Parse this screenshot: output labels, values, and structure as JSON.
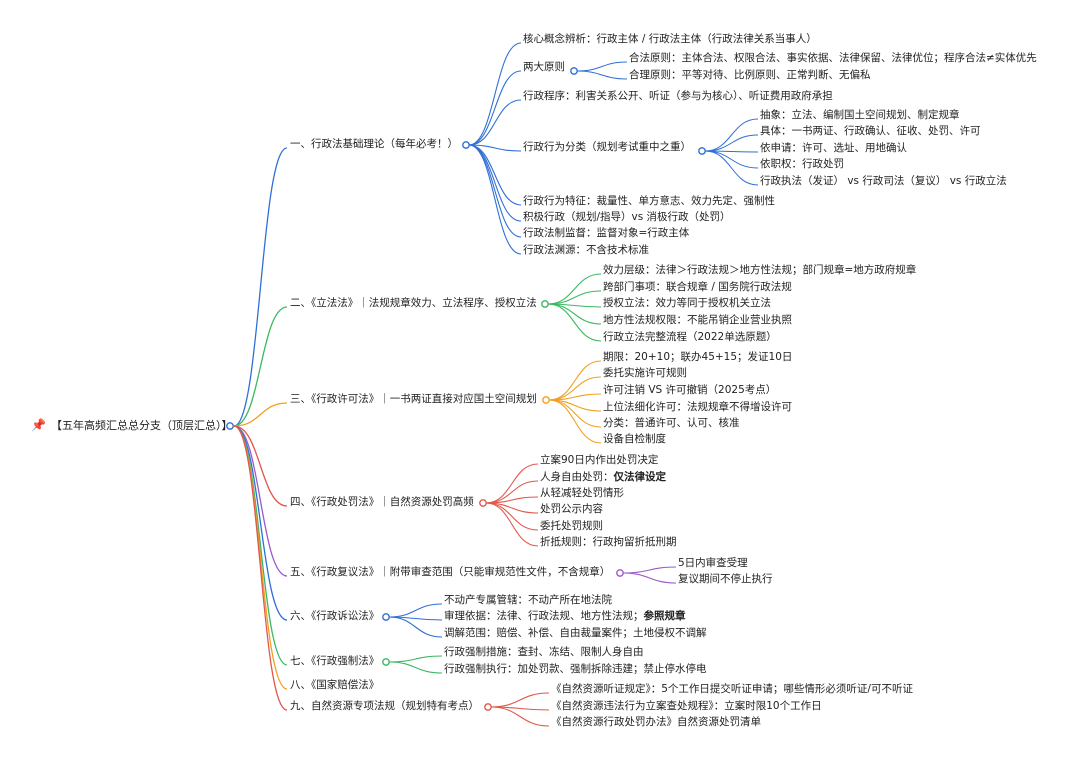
{
  "root": {
    "title": "【五年高频汇总总分支（顶层汇总）】",
    "icon": "pushpin-icon"
  },
  "branches": [
    {
      "label": "一、行政法基础理论（每年必考！）",
      "color": "#2f6fd6",
      "children": [
        {
          "label": "核心概念辨析：行政主体 / 行政法主体（行政法律关系当事人）"
        },
        {
          "label": "两大原则",
          "children": [
            {
              "label": "合法原则：主体合法、权限合法、事实依据、法律保留、法律优位；程序合法≠实体优先"
            },
            {
              "label": "合理原则：平等对待、比例原则、正常判断、无偏私"
            }
          ]
        },
        {
          "label": "行政程序：利害关系公开、听证（参与为核心）、听证费用政府承担"
        },
        {
          "label": "行政行为分类（规划考试重中之重）",
          "children": [
            {
              "label": "抽象：立法、编制国土空间规划、制定规章"
            },
            {
              "label": "具体：一书两证、行政确认、征收、处罚、许可"
            },
            {
              "label": "依申请：许可、选址、用地确认"
            },
            {
              "label": "依职权：行政处罚"
            },
            {
              "label": "行政执法（发证） vs 行政司法（复议） vs 行政立法"
            }
          ]
        },
        {
          "label": "行政行为特征：裁量性、单方意志、效力先定、强制性"
        },
        {
          "label": "积极行政（规划/指导）vs 消极行政（处罚）"
        },
        {
          "label": "行政法制监督：监督对象=行政主体"
        },
        {
          "label": "行政法渊源：不含技术标准"
        }
      ]
    },
    {
      "label": "二、《立法法》｜法规规章效力、立法程序、授权立法",
      "color": "#3cb862",
      "children": [
        {
          "label": "效力层级：法律＞行政法规＞地方性法规；部门规章=地方政府规章"
        },
        {
          "label": "跨部门事项：联合规章 / 国务院行政法规"
        },
        {
          "label": "授权立法：效力等同于授权机关立法"
        },
        {
          "label": "地方性法规权限：不能吊销企业营业执照"
        },
        {
          "label": "行政立法完整流程（2022单选原题）"
        }
      ]
    },
    {
      "label": "三、《行政许可法》｜一书两证直接对应国土空间规划",
      "color": "#f0a020",
      "children": [
        {
          "label": "期限：20+10；联办45+15；发证10日"
        },
        {
          "label": "委托实施许可规则"
        },
        {
          "label": "许可注销 VS 许可撤销（2025考点）"
        },
        {
          "label": "上位法细化许可：法规规章不得增设许可"
        },
        {
          "label": "分类：普通许可、认可、核准"
        },
        {
          "label": "设备自检制度"
        }
      ]
    },
    {
      "label": "四、《行政处罚法》｜自然资源处罚高频",
      "color": "#e2574c",
      "children": [
        {
          "label": "立案90日内作出处罚决定"
        },
        {
          "label": "人身自由处罚：",
          "bold": "仅法律设定"
        },
        {
          "label": "从轻减轻处罚情形"
        },
        {
          "label": "处罚公示内容"
        },
        {
          "label": "委托处罚规则"
        },
        {
          "label": "折抵规则：行政拘留折抵刑期"
        }
      ]
    },
    {
      "label": "五、《行政复议法》｜附带审查范围（只能审规范性文件，不含规章）",
      "color": "#9b59c9",
      "children": [
        {
          "label": "5日内审查受理"
        },
        {
          "label": "复议期间不停止执行"
        }
      ]
    },
    {
      "label": "六、《行政诉讼法》",
      "color": "#2f6fd6",
      "children": [
        {
          "label": "不动产专属管辖：不动产所在地法院"
        },
        {
          "label": "审理依据：法律、行政法规、地方性法规；",
          "bold": "参照规章"
        },
        {
          "label": "调解范围：赔偿、补偿、自由裁量案件；土地侵权不调解"
        }
      ]
    },
    {
      "label": "七、《行政强制法》",
      "color": "#3cb862",
      "children": [
        {
          "label": "行政强制措施：查封、冻结、限制人身自由"
        },
        {
          "label": "行政强制执行：加处罚款、强制拆除违建；禁止停水停电"
        }
      ]
    },
    {
      "label": "八、《国家赔偿法》",
      "color": "#f0a020",
      "children": []
    },
    {
      "label": "九、自然资源专项法规（规划特有考点）",
      "color": "#e2574c",
      "children": [
        {
          "label": "《自然资源听证规定》：5个工作日提交听证申请；哪些情形必须听证/可不听证"
        },
        {
          "label": "《自然资源违法行为立案查处规程》：立案时限10个工作日"
        },
        {
          "label": "《自然资源行政处罚办法》自然资源处罚清单"
        }
      ]
    }
  ]
}
